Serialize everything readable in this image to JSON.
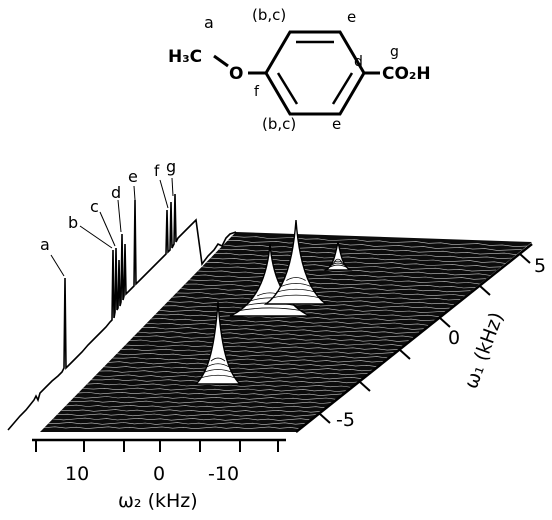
{
  "molecule": {
    "atom_labels": {
      "a": "a",
      "bc_top": "(b,c)",
      "bc_bottom": "(b,c)",
      "e_top": "e",
      "e_bottom": "e",
      "d": "d",
      "f": "f",
      "g": "g"
    },
    "groups": {
      "methyl": "H₃C",
      "oxygen": "O",
      "carboxyl": "CO₂H"
    }
  },
  "chart_data": {
    "type": "line",
    "title": "",
    "xlabel": "ω₂ (kHz)",
    "ylabel": "ω₁ (kHz)",
    "x_ticks": [
      "10",
      "0",
      "-10"
    ],
    "y_ticks": [
      "5",
      "0",
      "-5"
    ],
    "xlim": [
      15,
      -15
    ],
    "ylim": [
      -5,
      5
    ],
    "peak_labels": [
      "a",
      "b",
      "c",
      "d",
      "e",
      "f",
      "g"
    ],
    "grid": false
  }
}
